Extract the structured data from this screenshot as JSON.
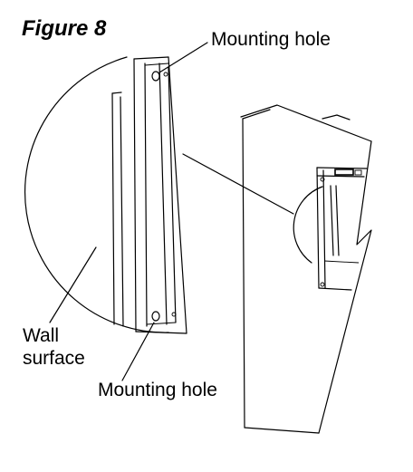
{
  "figure": {
    "title": "Figure 8"
  },
  "labels": {
    "mounting_hole_top": "Mounting hole",
    "wall_surface_line1": "Wall",
    "wall_surface_line2": "surface",
    "mounting_hole_bottom": "Mounting hole"
  },
  "colors": {
    "line": "#000000",
    "background": "#ffffff"
  }
}
